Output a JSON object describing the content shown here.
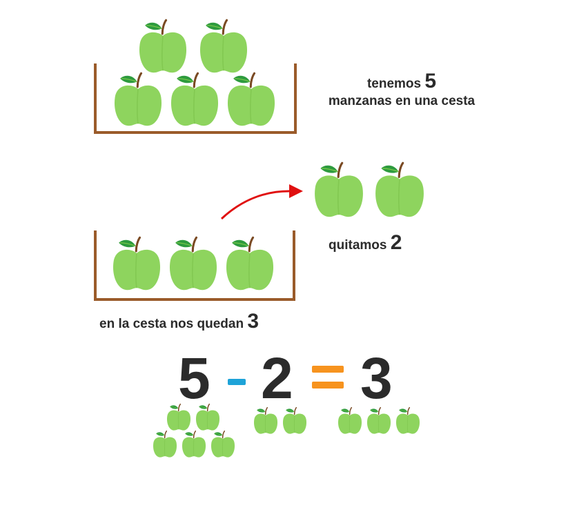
{
  "scene1": {
    "caption_line1_prefix": "tenemos ",
    "caption_line1_number": "5",
    "caption_line2": "manzanas en una cesta"
  },
  "scene2": {
    "removed_caption_prefix": "quitamos ",
    "removed_caption_number": "2",
    "remaining_caption_prefix": "en la cesta nos quedan ",
    "remaining_caption_number": "3"
  },
  "equation": {
    "operand1": "5",
    "operator": "-",
    "operand2": "2",
    "equals": "=",
    "result": "3"
  },
  "colors": {
    "apple": "#8ed45e",
    "apple_shade": "#79bf4a",
    "leaf": "#2e9b3e",
    "stem": "#7a4a23",
    "basket": "#9a5b2a",
    "arrow": "#e01010",
    "minus": "#1ea3d8",
    "equals": "#f7931e",
    "text": "#2b2b2b"
  },
  "icons": {
    "apple": "green-apple-icon",
    "basket": "basket-icon",
    "arrow": "curved-arrow-icon"
  }
}
